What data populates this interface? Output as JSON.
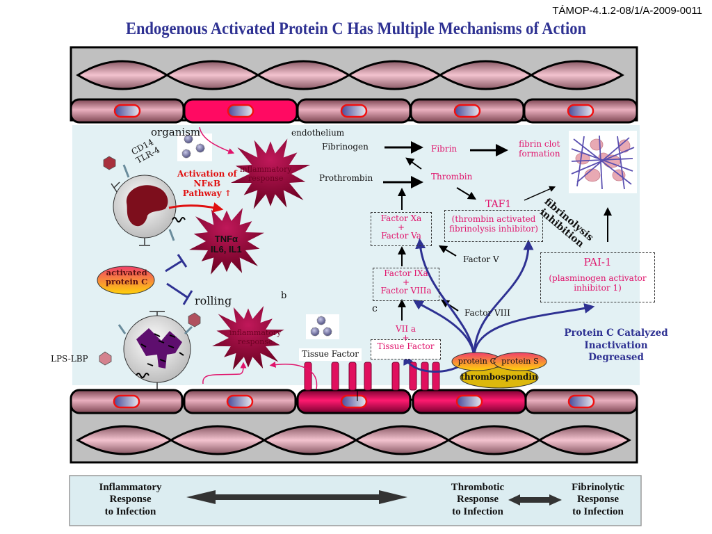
{
  "header": {
    "reference": "TÁMOP-4.1.2-08/1/A-2009-0011",
    "title": "Endogenous Activated Protein C Has Multiple Mechanisms of Action"
  },
  "colors": {
    "title": "#2e3192",
    "pink_text": "#e0136b",
    "inhibition_blue": "#2e3192",
    "background_panel": "#e3f1f4",
    "vessel_gray": "#c0c0c0"
  },
  "left_panel": {
    "organism": "organism",
    "receptors": [
      "CD14",
      "TLR-4"
    ],
    "activation": [
      "Activation of",
      "NFκB",
      "Pathway ↑"
    ],
    "inflammatory_response_top": [
      "inflammatory",
      "response"
    ],
    "cytokines": [
      "TNFα",
      "IL6, IL1"
    ],
    "activated_protein_c": [
      "activated",
      "protein C"
    ],
    "rolling": "rolling",
    "label_b": "b",
    "lps_lbp": "LPS-LBP",
    "inflammatory_response_bottom": [
      "inflammatory",
      "response"
    ],
    "tissue_factor": "Tissue Factor"
  },
  "coagulation": {
    "endothelium": "endothelium",
    "fibrinogen": "Fibrinogen",
    "fibrin": "Fibrin",
    "fibrin_clot": [
      "fibrin clot",
      "formation"
    ],
    "prothrombin": "Prothrombin",
    "thrombin": "Thrombin",
    "taf1_title": "TAF1",
    "taf1_desc": [
      "(thrombin activated",
      "fibrinolysis inhibitor)"
    ],
    "fibrinolysis_inhibition": [
      "fibrinolysis",
      "inhibition"
    ],
    "factor_xa_va": [
      "Factor Xa",
      "+",
      "Factor Va"
    ],
    "factor_v": "Factor V",
    "factor_ixa_viiia": [
      "Factor IXa",
      "+",
      "Factor VIIIa"
    ],
    "factor_viii": "Factor VIII",
    "label_c": "c",
    "viia_tf": [
      "VII a",
      "+",
      "Tissue Factor"
    ],
    "pai1_title": "PAI-1",
    "pai1_desc": [
      "(plasminogen activator",
      "inhibitor 1)"
    ],
    "protein_c": "protein C",
    "protein_s": "protein S",
    "thrombospondin": "thrombospondin",
    "catalyzed_note": [
      "Protein C Catalyzed",
      "Inactivation",
      "Degreased"
    ]
  },
  "bottom_bar": {
    "inflammatory": [
      "Inflammatory",
      "Response",
      "to Infection"
    ],
    "thrombotic": [
      "Thrombotic",
      "Response",
      "to Infection"
    ],
    "fibrinolytic": [
      "Fibrinolytic",
      "Response",
      "to Infection"
    ]
  }
}
